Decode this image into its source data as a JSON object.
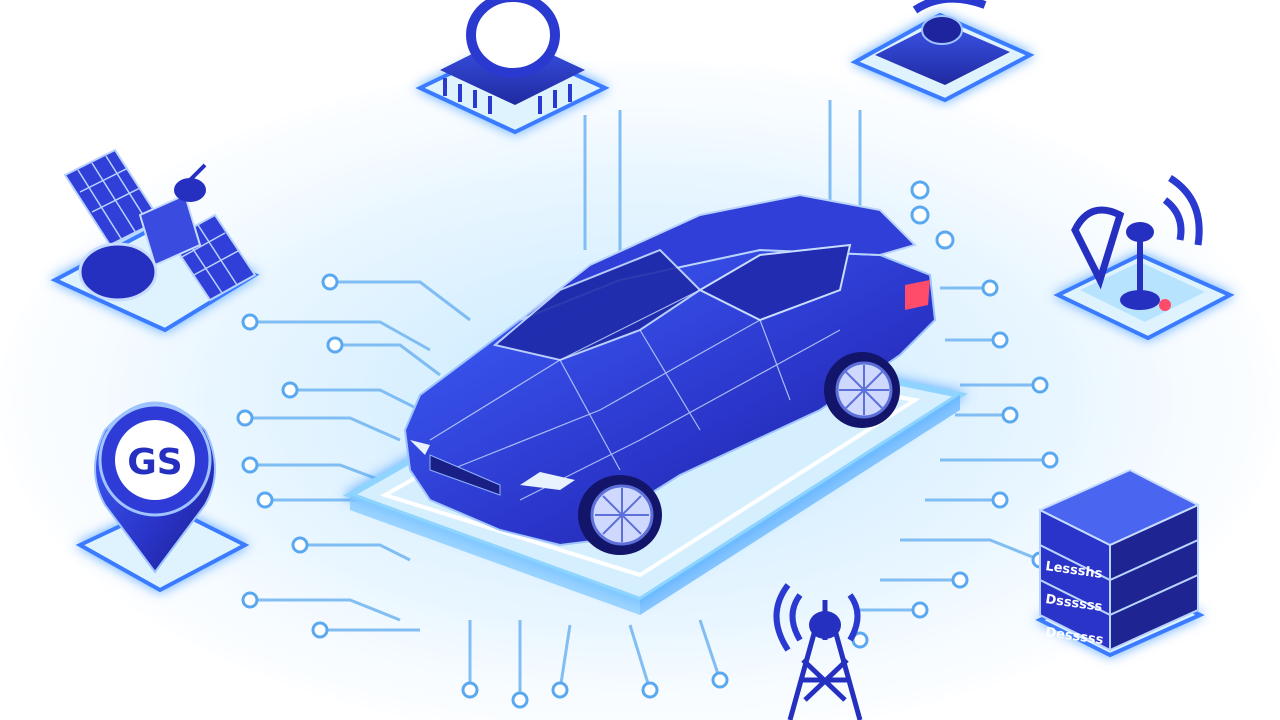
{
  "colors": {
    "background": "#ffffff",
    "glow": "#7fd0ff",
    "accent": "#2f5bff",
    "deep": "#2a2bb8",
    "circuit": "#5aa9f0"
  },
  "icons": {
    "car": "connected-car-icon",
    "chip": "microchip-icon",
    "camera": "security-camera-icon",
    "satellite": "satellite-icon",
    "dish": "satellite-dish-icon",
    "gps": "gps-pin-icon",
    "server": "server-icon",
    "tower": "cell-tower-icon"
  },
  "gps_pin": {
    "text": "GS"
  },
  "server": {
    "labels": [
      "Lessshs",
      "Dssssss",
      "Desssss"
    ]
  }
}
